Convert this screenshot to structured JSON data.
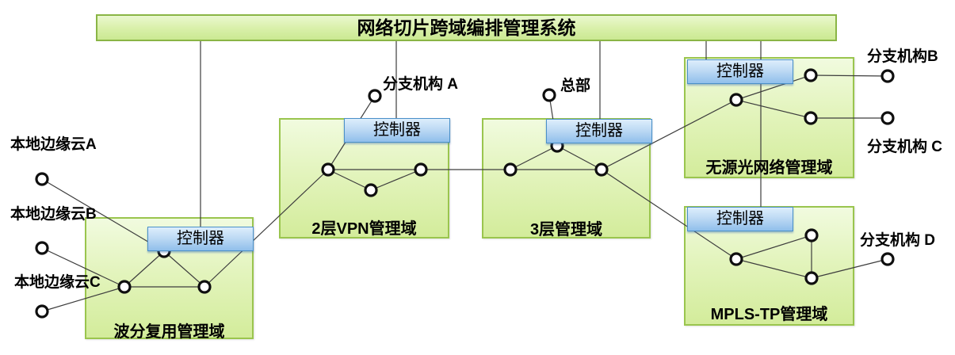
{
  "banner": {
    "title": "网络切片跨域编排管理系统"
  },
  "controller_label": "控制器",
  "domains": {
    "wdm": {
      "label": "波分复用管理域"
    },
    "l2vpn": {
      "label": "2层VPN管理域"
    },
    "l3": {
      "label": "3层管理域"
    },
    "pon": {
      "label": "无源光网络管理域"
    },
    "mplstp": {
      "label": "MPLS-TP管理域"
    }
  },
  "endpoints": {
    "edge_cloud_a": "本地边缘云A",
    "edge_cloud_b": "本地边缘云B",
    "edge_cloud_c": "本地边缘云C",
    "branch_a": "分支机构 A",
    "hq": "总部",
    "branch_b": "分支机构B",
    "branch_c": "分支机构 C",
    "branch_d": "分支机构 D"
  },
  "colors": {
    "domain_fill_top": "#f1fbdf",
    "domain_fill_bottom": "#d3ec9b",
    "domain_border": "#9ac54e",
    "banner_border": "#8ab545",
    "controller_fill_top": "#ddeefc",
    "controller_fill_bottom": "#90bfeb",
    "controller_border": "#4a90c8",
    "link_line": "#3d3d3d",
    "node_stroke": "#0f0f0f",
    "node_fill": "#ffffff"
  }
}
